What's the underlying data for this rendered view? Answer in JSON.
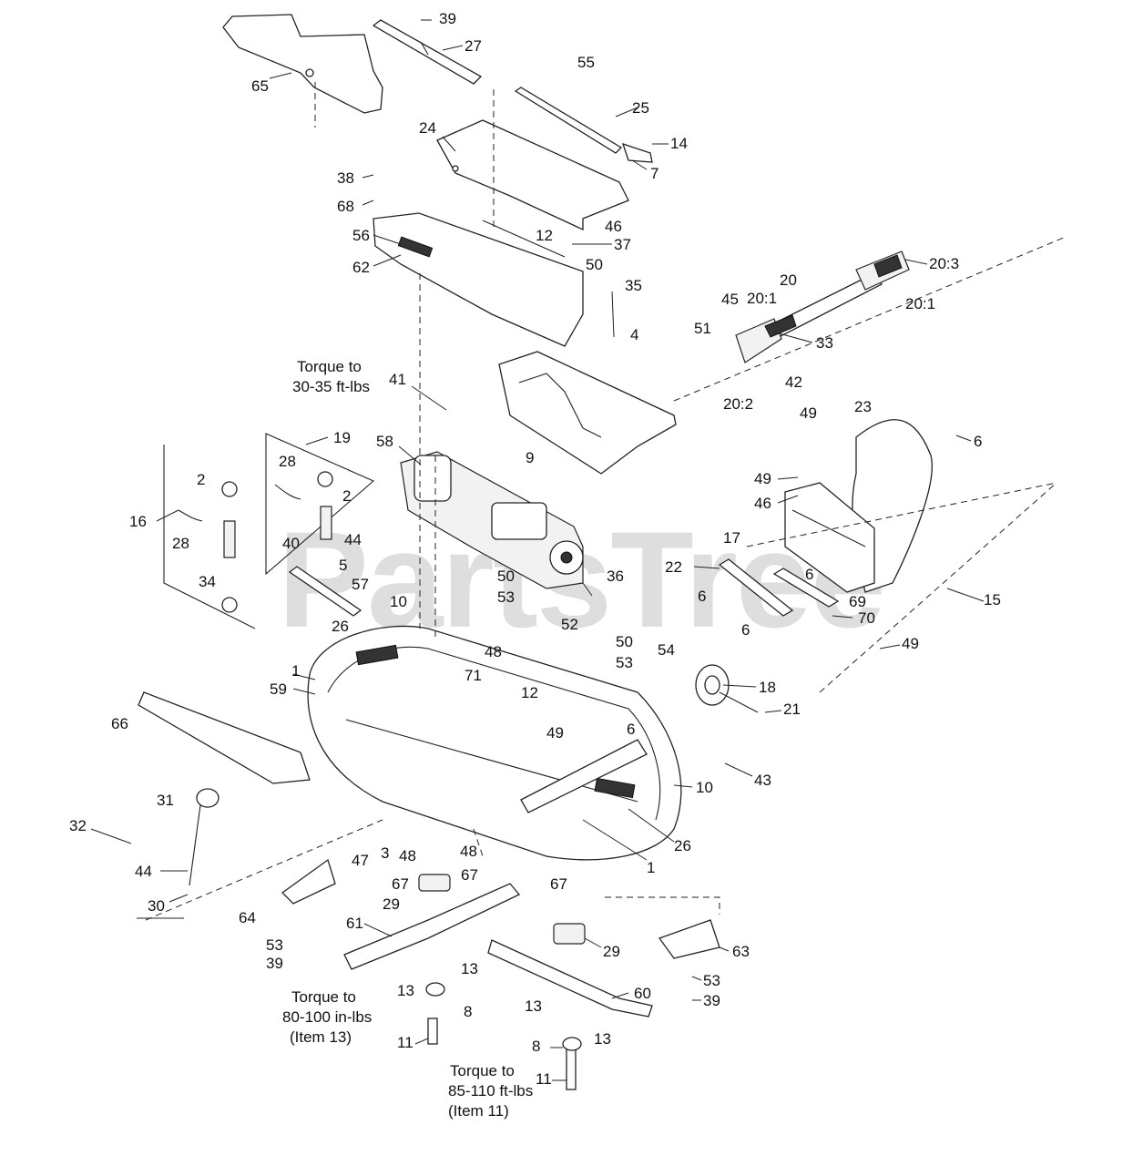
{
  "watermark": "PartsTree",
  "callouts": [
    {
      "id": "c39a",
      "text": "39"
    },
    {
      "id": "c27",
      "text": "27"
    },
    {
      "id": "c65",
      "text": "65"
    },
    {
      "id": "c55",
      "text": "55"
    },
    {
      "id": "c25",
      "text": "25"
    },
    {
      "id": "c24",
      "text": "24"
    },
    {
      "id": "c14",
      "text": "14"
    },
    {
      "id": "c7",
      "text": "7"
    },
    {
      "id": "c38",
      "text": "38"
    },
    {
      "id": "c68",
      "text": "68"
    },
    {
      "id": "c46a",
      "text": "46"
    },
    {
      "id": "c37",
      "text": "37"
    },
    {
      "id": "c12a",
      "text": "12"
    },
    {
      "id": "c56",
      "text": "56"
    },
    {
      "id": "c62",
      "text": "62"
    },
    {
      "id": "c50a",
      "text": "50"
    },
    {
      "id": "c20_3",
      "text": "20:3"
    },
    {
      "id": "c20",
      "text": "20"
    },
    {
      "id": "c20_1a",
      "text": "20:1"
    },
    {
      "id": "c20_1b",
      "text": "20:1"
    },
    {
      "id": "c35",
      "text": "35"
    },
    {
      "id": "c45",
      "text": "45"
    },
    {
      "id": "c51",
      "text": "51"
    },
    {
      "id": "c33",
      "text": "33"
    },
    {
      "id": "c4",
      "text": "4"
    },
    {
      "id": "c42",
      "text": "42"
    },
    {
      "id": "c20_2",
      "text": "20:2"
    },
    {
      "id": "c41",
      "text": "41"
    },
    {
      "id": "c49a",
      "text": "49"
    },
    {
      "id": "c23",
      "text": "23"
    },
    {
      "id": "c6a",
      "text": "6"
    },
    {
      "id": "c19",
      "text": "19"
    },
    {
      "id": "c58",
      "text": "58"
    },
    {
      "id": "c9",
      "text": "9"
    },
    {
      "id": "c28a",
      "text": "28"
    },
    {
      "id": "c2a",
      "text": "2"
    },
    {
      "id": "c2b",
      "text": "2"
    },
    {
      "id": "c49b",
      "text": "49"
    },
    {
      "id": "c46b",
      "text": "46"
    },
    {
      "id": "c16",
      "text": "16"
    },
    {
      "id": "c28b",
      "text": "28"
    },
    {
      "id": "c44a",
      "text": "44"
    },
    {
      "id": "c40",
      "text": "40"
    },
    {
      "id": "c17",
      "text": "17"
    },
    {
      "id": "c5",
      "text": "5"
    },
    {
      "id": "c57",
      "text": "57"
    },
    {
      "id": "c34",
      "text": "34"
    },
    {
      "id": "c50b",
      "text": "50"
    },
    {
      "id": "c36",
      "text": "36"
    },
    {
      "id": "c22",
      "text": "22"
    },
    {
      "id": "c6b",
      "text": "6"
    },
    {
      "id": "c6c",
      "text": "6"
    },
    {
      "id": "c69",
      "text": "69"
    },
    {
      "id": "c53a",
      "text": "53"
    },
    {
      "id": "c15",
      "text": "15"
    },
    {
      "id": "c10a",
      "text": "10"
    },
    {
      "id": "c26a",
      "text": "26"
    },
    {
      "id": "c52",
      "text": "52"
    },
    {
      "id": "c6d",
      "text": "6"
    },
    {
      "id": "c70",
      "text": "70"
    },
    {
      "id": "c48a",
      "text": "48"
    },
    {
      "id": "c50c",
      "text": "50"
    },
    {
      "id": "c49c",
      "text": "49"
    },
    {
      "id": "c1a",
      "text": "1"
    },
    {
      "id": "c53b",
      "text": "53"
    },
    {
      "id": "c54",
      "text": "54"
    },
    {
      "id": "c59",
      "text": "59"
    },
    {
      "id": "c71",
      "text": "71"
    },
    {
      "id": "c18",
      "text": "18"
    },
    {
      "id": "c66",
      "text": "66"
    },
    {
      "id": "c12b",
      "text": "12"
    },
    {
      "id": "c6e",
      "text": "6"
    },
    {
      "id": "c21",
      "text": "21"
    },
    {
      "id": "c49d",
      "text": "49"
    },
    {
      "id": "c43",
      "text": "43"
    },
    {
      "id": "c10b",
      "text": "10"
    },
    {
      "id": "c31",
      "text": "31"
    },
    {
      "id": "c32",
      "text": "32"
    },
    {
      "id": "c26b",
      "text": "26"
    },
    {
      "id": "c47",
      "text": "47"
    },
    {
      "id": "c3",
      "text": "3"
    },
    {
      "id": "c48b",
      "text": "48"
    },
    {
      "id": "c48c",
      "text": "48"
    },
    {
      "id": "c1b",
      "text": "1"
    },
    {
      "id": "c44b",
      "text": "44"
    },
    {
      "id": "c67a",
      "text": "67"
    },
    {
      "id": "c67b",
      "text": "67"
    },
    {
      "id": "c67c",
      "text": "67"
    },
    {
      "id": "c30",
      "text": "30"
    },
    {
      "id": "c64",
      "text": "64"
    },
    {
      "id": "c29a",
      "text": "29"
    },
    {
      "id": "c61",
      "text": "61"
    },
    {
      "id": "c29b",
      "text": "29"
    },
    {
      "id": "c63",
      "text": "63"
    },
    {
      "id": "c53c",
      "text": "53"
    },
    {
      "id": "c39b",
      "text": "39"
    },
    {
      "id": "c13a",
      "text": "13"
    },
    {
      "id": "c13b",
      "text": "13"
    },
    {
      "id": "c8a",
      "text": "8"
    },
    {
      "id": "c53d",
      "text": "53"
    },
    {
      "id": "c39c",
      "text": "39"
    },
    {
      "id": "c60",
      "text": "60"
    },
    {
      "id": "c13c",
      "text": "13"
    },
    {
      "id": "c13d",
      "text": "13"
    },
    {
      "id": "c11a",
      "text": "11"
    },
    {
      "id": "c8b",
      "text": "8"
    },
    {
      "id": "c11b",
      "text": "11"
    }
  ],
  "notes": {
    "torque_belt_line1": "Torque to",
    "torque_belt_line2": "30-35 ft-lbs",
    "torque_item13_line1": "Torque to",
    "torque_item13_line2": "80-100 in-lbs",
    "torque_item13_line3": "(Item 13)",
    "torque_item11_line1": "Torque to",
    "torque_item11_line2": "85-110 ft-lbs",
    "torque_item11_line3": "(Item 11)"
  }
}
